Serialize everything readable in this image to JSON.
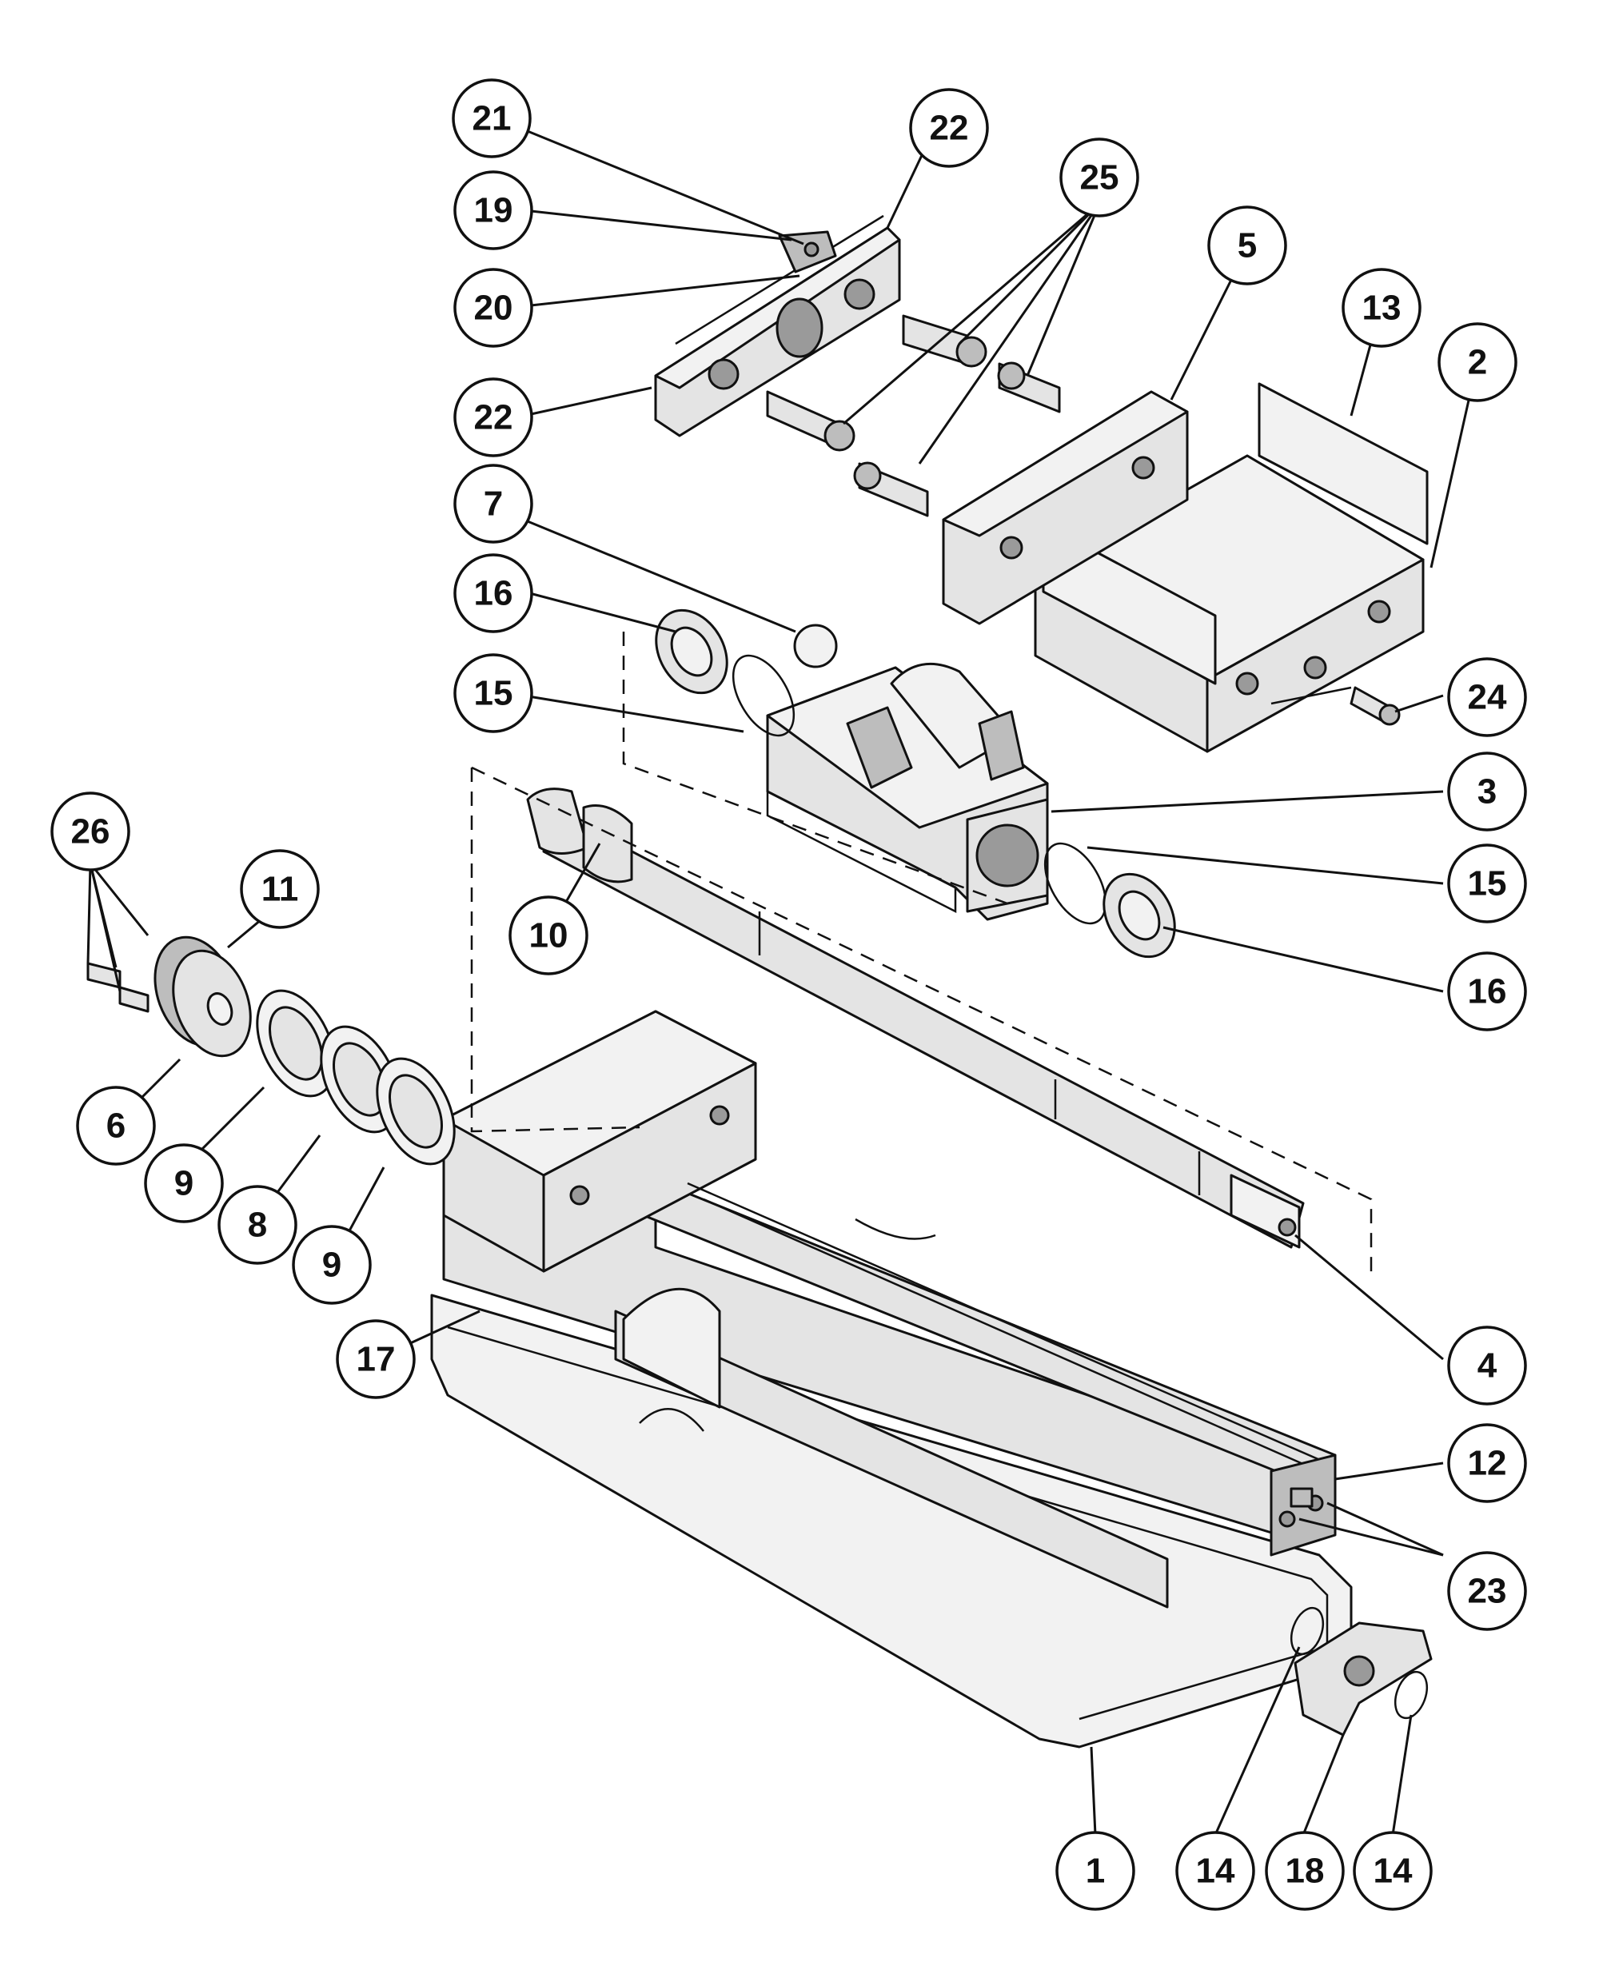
{
  "diagram": {
    "callouts": [
      {
        "id": "c21",
        "label": "21"
      },
      {
        "id": "c22a",
        "label": "22"
      },
      {
        "id": "c25",
        "label": "25"
      },
      {
        "id": "c19",
        "label": "19"
      },
      {
        "id": "c5",
        "label": "5"
      },
      {
        "id": "c13",
        "label": "13"
      },
      {
        "id": "c20",
        "label": "20"
      },
      {
        "id": "c2",
        "label": "2"
      },
      {
        "id": "c22b",
        "label": "22"
      },
      {
        "id": "c7",
        "label": "7"
      },
      {
        "id": "c16a",
        "label": "16"
      },
      {
        "id": "c15a",
        "label": "15"
      },
      {
        "id": "c24",
        "label": "24"
      },
      {
        "id": "c3",
        "label": "3"
      },
      {
        "id": "c26",
        "label": "26"
      },
      {
        "id": "c11",
        "label": "11"
      },
      {
        "id": "c15b",
        "label": "15"
      },
      {
        "id": "c10",
        "label": "10"
      },
      {
        "id": "c16b",
        "label": "16"
      },
      {
        "id": "c6",
        "label": "6"
      },
      {
        "id": "c9a",
        "label": "9"
      },
      {
        "id": "c8",
        "label": "8"
      },
      {
        "id": "c9b",
        "label": "9"
      },
      {
        "id": "c4",
        "label": "4"
      },
      {
        "id": "c17",
        "label": "17"
      },
      {
        "id": "c12",
        "label": "12"
      },
      {
        "id": "c23",
        "label": "23"
      },
      {
        "id": "c1",
        "label": "1"
      },
      {
        "id": "c14a",
        "label": "14"
      },
      {
        "id": "c18",
        "label": "18"
      },
      {
        "id": "c14b",
        "label": "14"
      }
    ]
  }
}
